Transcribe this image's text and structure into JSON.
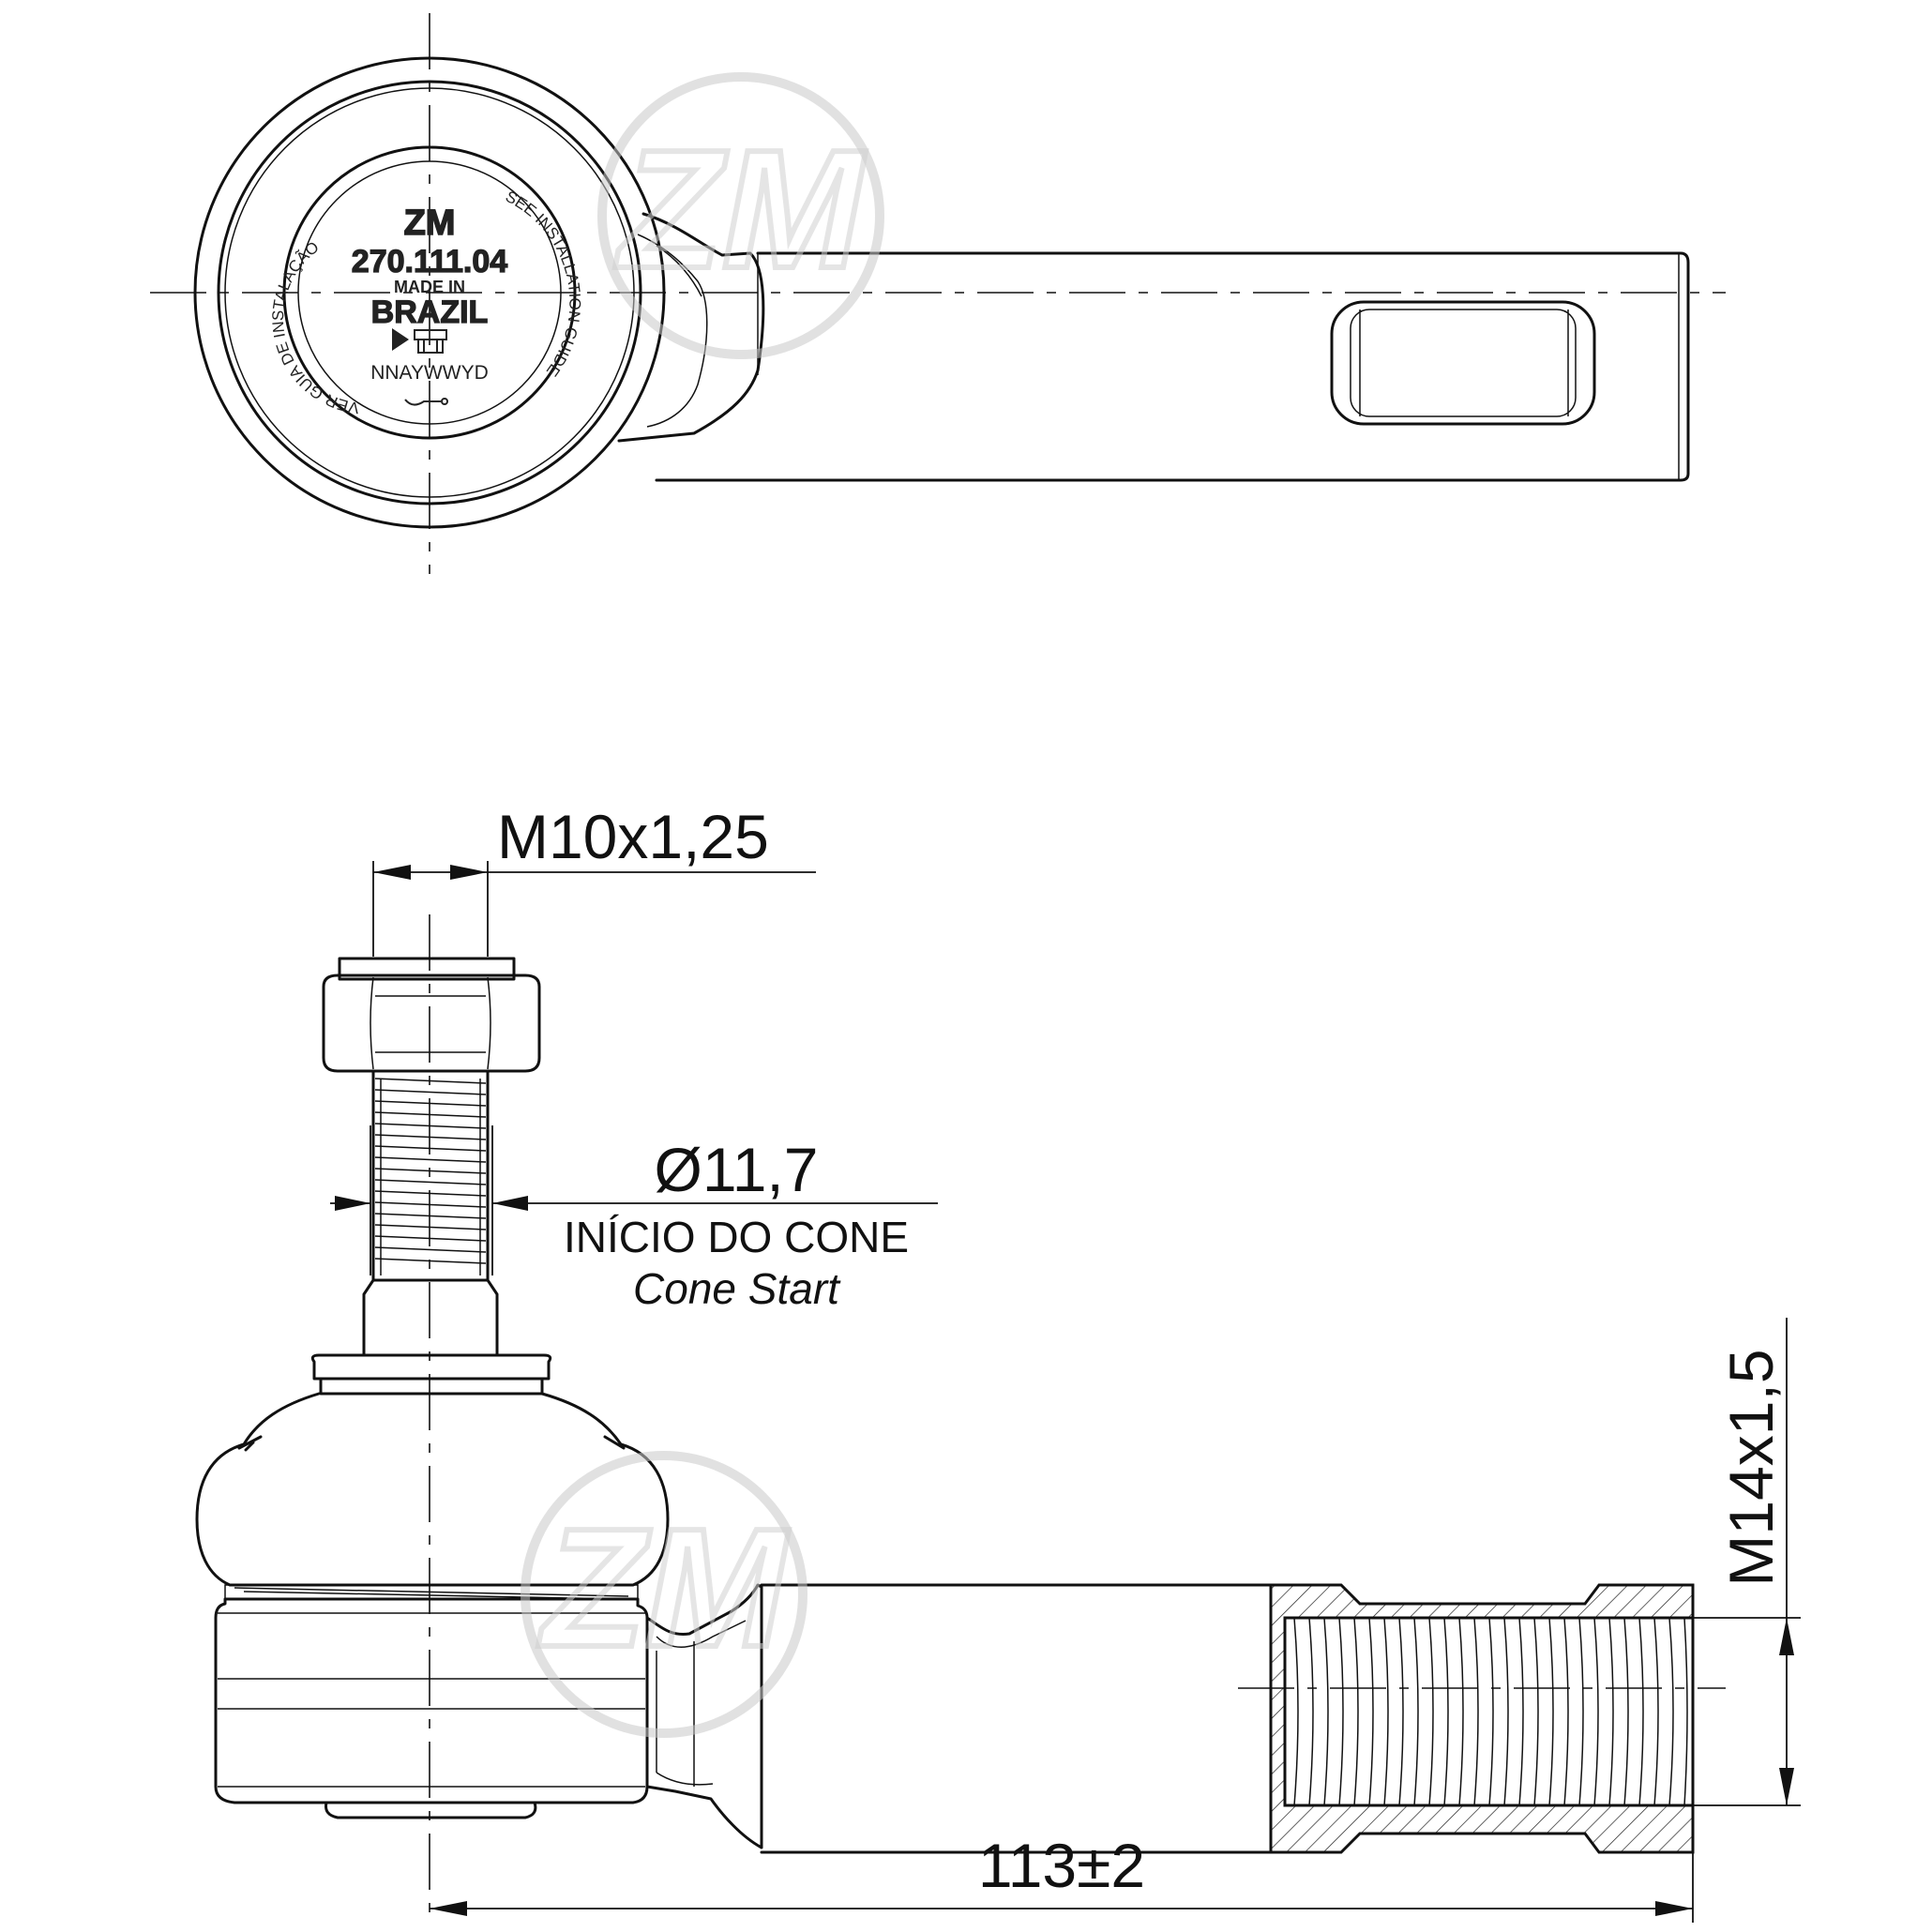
{
  "top_view": {
    "brand": "ZM",
    "part_number": "270.111.04",
    "made_in": "MADE IN",
    "country": "BRAZIL",
    "date_code": "NNAYWWYD",
    "ring_text_left": "VER GUIA DE INSTALAÇÃO",
    "ring_text_right": "SEE INSTALLATION GUIDE"
  },
  "dimensions": {
    "stud_thread": "M10x1,25",
    "cone_diameter": "Ø11,7",
    "cone_label_pt": "INÍCIO DO CONE",
    "cone_label_en": "Cone Start",
    "rod_thread": "M14x1,5",
    "overall_length": "113±2"
  },
  "watermark": "ZM"
}
